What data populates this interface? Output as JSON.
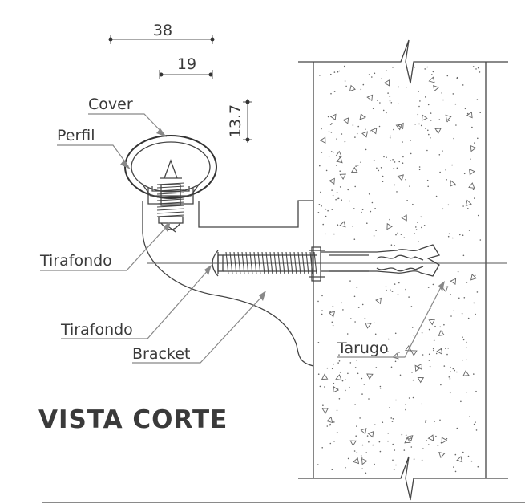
{
  "title": "VISTA CORTE",
  "dimensions": {
    "top_width": "38",
    "inner_width": "19",
    "height": "13.7"
  },
  "labels": {
    "cover": "Cover",
    "perfil": "Perfil",
    "tirafondo_1": "Tirafondo",
    "tirafondo_2": "Tirafondo",
    "bracket": "Bracket",
    "tarugo": "Tarugo"
  },
  "colors": {
    "line": "#444444",
    "leader": "#888888",
    "text": "#3a3a3a"
  }
}
